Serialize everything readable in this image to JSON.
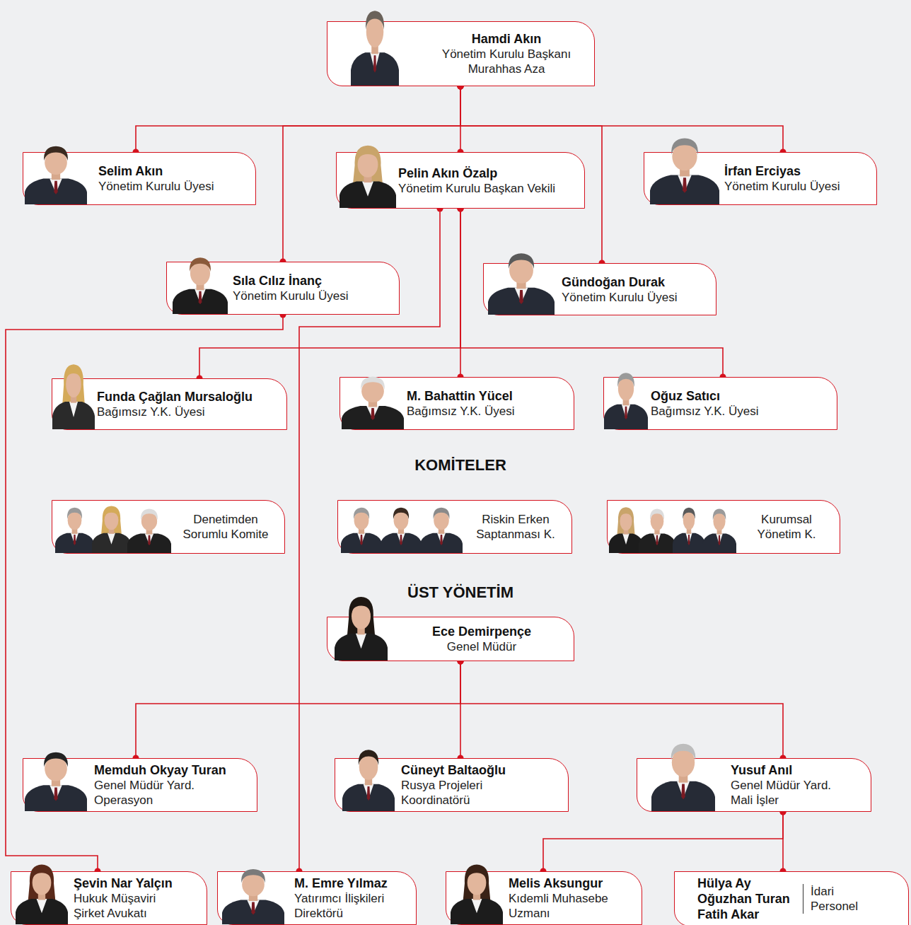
{
  "diagram": {
    "nodes": [
      {
        "text": [
          "Hamdi Akın",
          "Yönetim Kurulu Başkanı Murahhas Aza"
        ]
      },
      {
        "text": [
          "Selim Akın",
          "Yönetim Kurulu Üyesi"
        ]
      },
      {
        "text": [
          "Pelin Akın Özalp",
          "Yönetim Kurulu Başkan Vekili"
        ]
      },
      {
        "text": [
          "İrfan Erciyas",
          "Yönetim Kurulu Üyesi"
        ]
      },
      {
        "text": [
          "Sıla Cılız İnanç",
          "Yönetim Kurulu Üyesi"
        ]
      },
      {
        "text": [
          "Gündoğan Durak",
          "Yönetim Kurulu Üyesi"
        ]
      },
      {
        "text": [
          "Funda Çağlan Mursaloğlu",
          "Bağımsız Y.K. Üyesi"
        ]
      },
      {
        "text": [
          "M. Bahattin Yücel",
          "Bağımsız Y.K. Üyesi"
        ]
      },
      {
        "text": [
          "Oğuz Satıcı",
          "Bağımsız Y.K. Üyesi"
        ]
      },
      {
        "text": [
          "Denetimden Sorumlu Komite"
        ]
      },
      {
        "text": [
          "Riskin Erken Saptanması K."
        ]
      },
      {
        "text": [
          "Kurumsal Yönetim K."
        ]
      },
      {
        "text": [
          "Ece Demirpençe",
          "Genel Müdür"
        ]
      },
      {
        "text": [
          "Memduh Okyay Turan",
          "Genel Müdür Yard. Operasyon"
        ]
      },
      {
        "text": [
          "Cüneyt Baltaoğlu",
          "Rusya Projeleri Koordinatörü"
        ]
      },
      {
        "text": [
          "Yusuf Anıl",
          "Genel Müdür Yard. Mali İşler"
        ]
      },
      {
        "text": [
          "Şevin Nar Yalçın",
          "Hukuk Müşaviri Şirket Avukatı"
        ]
      },
      {
        "text": [
          "M. Emre Yılmaz",
          "Yatırımcı İlişkileri Direktörü"
        ]
      },
      {
        "text": [
          "Melis Aksungur",
          "Kıdemli Muhasebe Uzmanı"
        ]
      },
      {
        "text": [
          "Hülya Ay Oğuzhan Turan Fatih Akar",
          "İdari Personel"
        ]
      }
    ],
    "edges": [
      {
        "from": 0,
        "to": 1,
        "arrow": "none"
      },
      {
        "from": 0,
        "to": 2,
        "arrow": "none"
      },
      {
        "from": 0,
        "to": 3,
        "arrow": "none"
      },
      {
        "from": 0,
        "to": 4,
        "arrow": "none"
      },
      {
        "from": 0,
        "to": 5,
        "arrow": "none"
      },
      {
        "from": 2,
        "to": 6,
        "arrow": "none"
      },
      {
        "from": 2,
        "to": 7,
        "arrow": "none"
      },
      {
        "from": 2,
        "to": 8,
        "arrow": "none"
      },
      {
        "from": 2,
        "to": 17,
        "arrow": "none"
      },
      {
        "from": 4,
        "to": 16,
        "arrow": "none"
      },
      {
        "from": 12,
        "to": 13,
        "arrow": "none"
      },
      {
        "from": 12,
        "to": 14,
        "arrow": "none"
      },
      {
        "from": 12,
        "to": 15,
        "arrow": "none"
      },
      {
        "from": 15,
        "to": 18,
        "arrow": "none"
      },
      {
        "from": 15,
        "to": 19,
        "arrow": "none"
      }
    ],
    "labels": [
      "KOMİTELER",
      "ÜST YÖNETİM"
    ]
  }
}
